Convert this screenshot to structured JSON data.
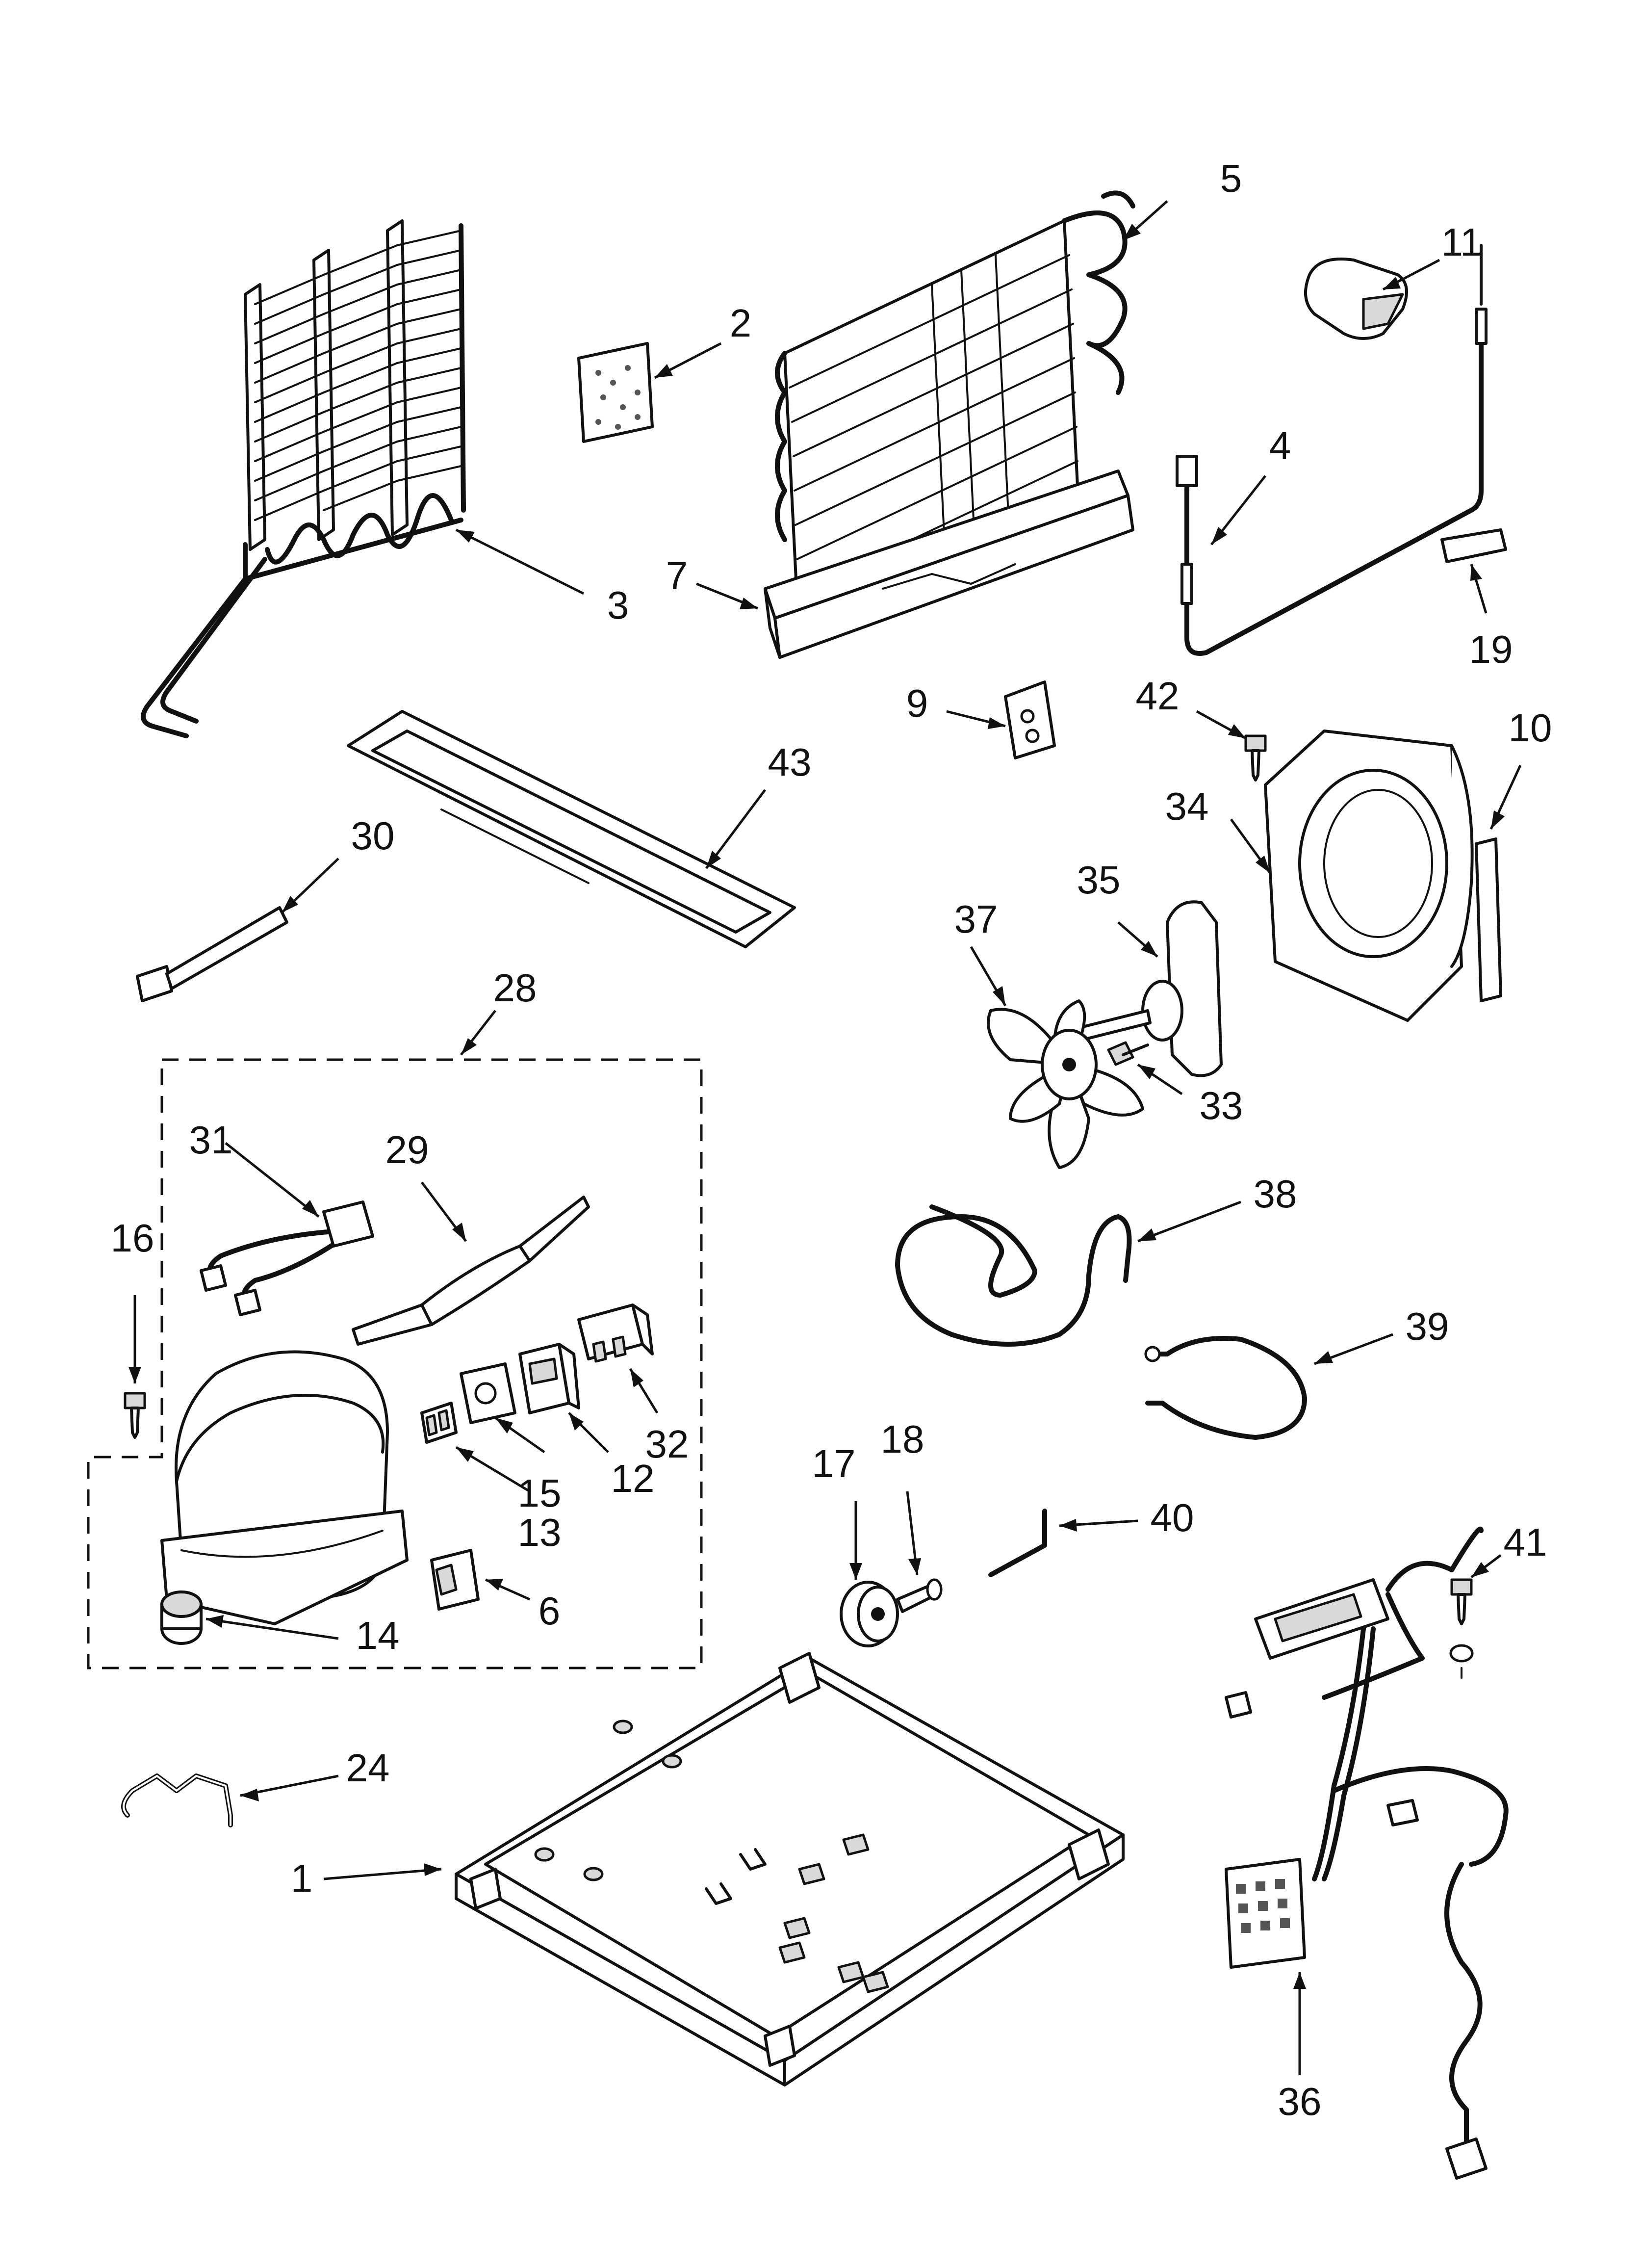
{
  "background_color": "#ffffff",
  "line_color": "#111111",
  "parts": [
    {
      "id": "part-1",
      "label": "1"
    },
    {
      "id": "part-2",
      "label": "2"
    },
    {
      "id": "part-3",
      "label": "3"
    },
    {
      "id": "part-4",
      "label": "4"
    },
    {
      "id": "part-5",
      "label": "5"
    },
    {
      "id": "part-6",
      "label": "6"
    },
    {
      "id": "part-7",
      "label": "7"
    },
    {
      "id": "part-9",
      "label": "9"
    },
    {
      "id": "part-10",
      "label": "10"
    },
    {
      "id": "part-11",
      "label": "11"
    },
    {
      "id": "part-12",
      "label": "12"
    },
    {
      "id": "part-13",
      "label": "13"
    },
    {
      "id": "part-14",
      "label": "14"
    },
    {
      "id": "part-15",
      "label": "15"
    },
    {
      "id": "part-16",
      "label": "16"
    },
    {
      "id": "part-17",
      "label": "17"
    },
    {
      "id": "part-18",
      "label": "18"
    },
    {
      "id": "part-19",
      "label": "19"
    },
    {
      "id": "part-24",
      "label": "24"
    },
    {
      "id": "part-28",
      "label": "28"
    },
    {
      "id": "part-29",
      "label": "29"
    },
    {
      "id": "part-30",
      "label": "30"
    },
    {
      "id": "part-31",
      "label": "31"
    },
    {
      "id": "part-32",
      "label": "32"
    },
    {
      "id": "part-33",
      "label": "33"
    },
    {
      "id": "part-34",
      "label": "34"
    },
    {
      "id": "part-35",
      "label": "35"
    },
    {
      "id": "part-36",
      "label": "36"
    },
    {
      "id": "part-37",
      "label": "37"
    },
    {
      "id": "part-38",
      "label": "38"
    },
    {
      "id": "part-39",
      "label": "39"
    },
    {
      "id": "part-40",
      "label": "40"
    },
    {
      "id": "part-41",
      "label": "41"
    },
    {
      "id": "part-42",
      "label": "42"
    },
    {
      "id": "part-43",
      "label": "43"
    }
  ]
}
